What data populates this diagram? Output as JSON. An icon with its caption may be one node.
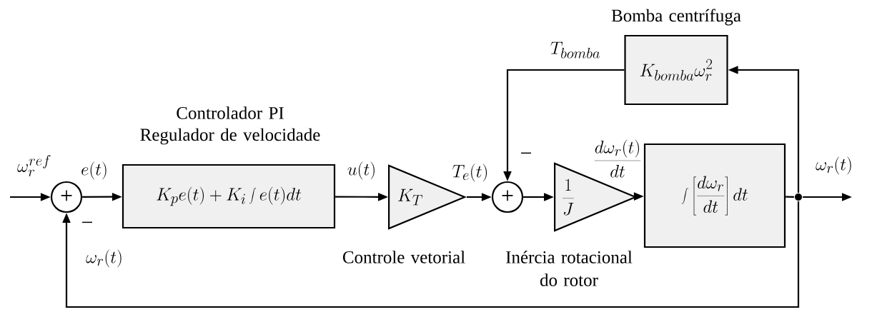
{
  "diagram": {
    "nodes": [
      {
        "text": [
          "+"
        ],
        "beside": [
          "−"
        ]
      },
      {
        "text": [
          "K_p e(t)+K_i\\int e(t)dt"
        ],
        "beside": [
          "Controlador PI",
          "Regulador de velocidade"
        ]
      },
      {
        "text": [
          "K_T"
        ],
        "beside": [
          "Controle vetorial"
        ]
      },
      {
        "text": [
          "+"
        ],
        "beside": [
          "−"
        ]
      },
      {
        "text": [
          "\\frac{1}{J}"
        ],
        "beside": [
          "Inércia rotacional do rotor"
        ]
      },
      {
        "text": [
          "\\int\\left[\\frac{d\\omega_r}{dt}\\right]dt"
        ]
      },
      {
        "text": [
          "K_{bomba}\\omega_r^2"
        ],
        "beside": [
          "Bomba centrífuga"
        ]
      },
      {
        "text": [],
        "shape": "circle"
      }
    ],
    "edges": [
      {
        "from": null,
        "to": 0,
        "arrow": "to",
        "label": "\\omega_r^{ref}"
      },
      {
        "from": 0,
        "to": 1,
        "arrow": "to",
        "label": "e(t)"
      },
      {
        "from": 1,
        "to": 2,
        "arrow": "to",
        "label": "u(t)"
      },
      {
        "from": 2,
        "to": 3,
        "arrow": "to",
        "label": "T_e(t)"
      },
      {
        "from": 3,
        "to": 4,
        "arrow": "to"
      },
      {
        "from": 4,
        "to": 5,
        "arrow": "to",
        "label": "\\frac{d\\omega_r(t)}{dt}"
      },
      {
        "from": 5,
        "to": 7,
        "arrow": "none"
      },
      {
        "from": 7,
        "to": null,
        "arrow": "to",
        "label": "\\omega_r(t)"
      },
      {
        "from": 7,
        "to": 6,
        "arrow": "to"
      },
      {
        "from": 6,
        "to": 3,
        "arrow": "to",
        "label": "T_{bomba}"
      },
      {
        "from": 7,
        "to": 0,
        "arrow": "to",
        "label": "\\omega_r(t)"
      }
    ]
  }
}
